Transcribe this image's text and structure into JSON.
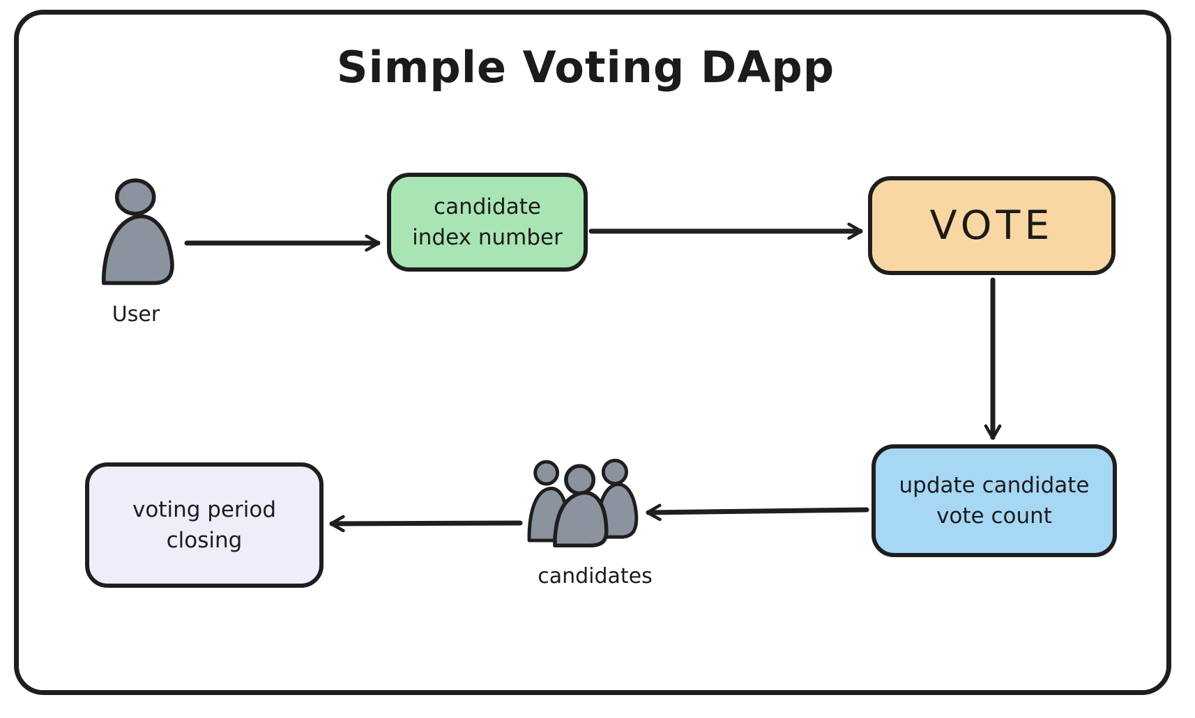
{
  "title": "Simple Voting DApp",
  "colors": {
    "stroke": "#1e1e1e",
    "arrow": "#1f1f1f",
    "text": "#1b1b1b",
    "person_fill": "#8b939e",
    "green": "#a9e5b4",
    "orange": "#f9d7a3",
    "blue": "#a6d7f5",
    "lavender": "#eeedfa"
  },
  "actors": {
    "user": {
      "label": "User",
      "icon": "person-icon"
    },
    "candidates": {
      "label": "candidates",
      "icon": "people-group-icon"
    }
  },
  "nodes": [
    {
      "id": "candidate-index-number",
      "label": "candidate\nindex number",
      "fill": "#a9e5b4"
    },
    {
      "id": "vote",
      "label": "VOTE",
      "fill": "#f9d7a3"
    },
    {
      "id": "update-candidate-vote-count",
      "label": "update candidate\nvote count",
      "fill": "#a6d7f5"
    },
    {
      "id": "voting-period-closing",
      "label": "voting period\nclosing",
      "fill": "#eeedfa"
    }
  ]
}
